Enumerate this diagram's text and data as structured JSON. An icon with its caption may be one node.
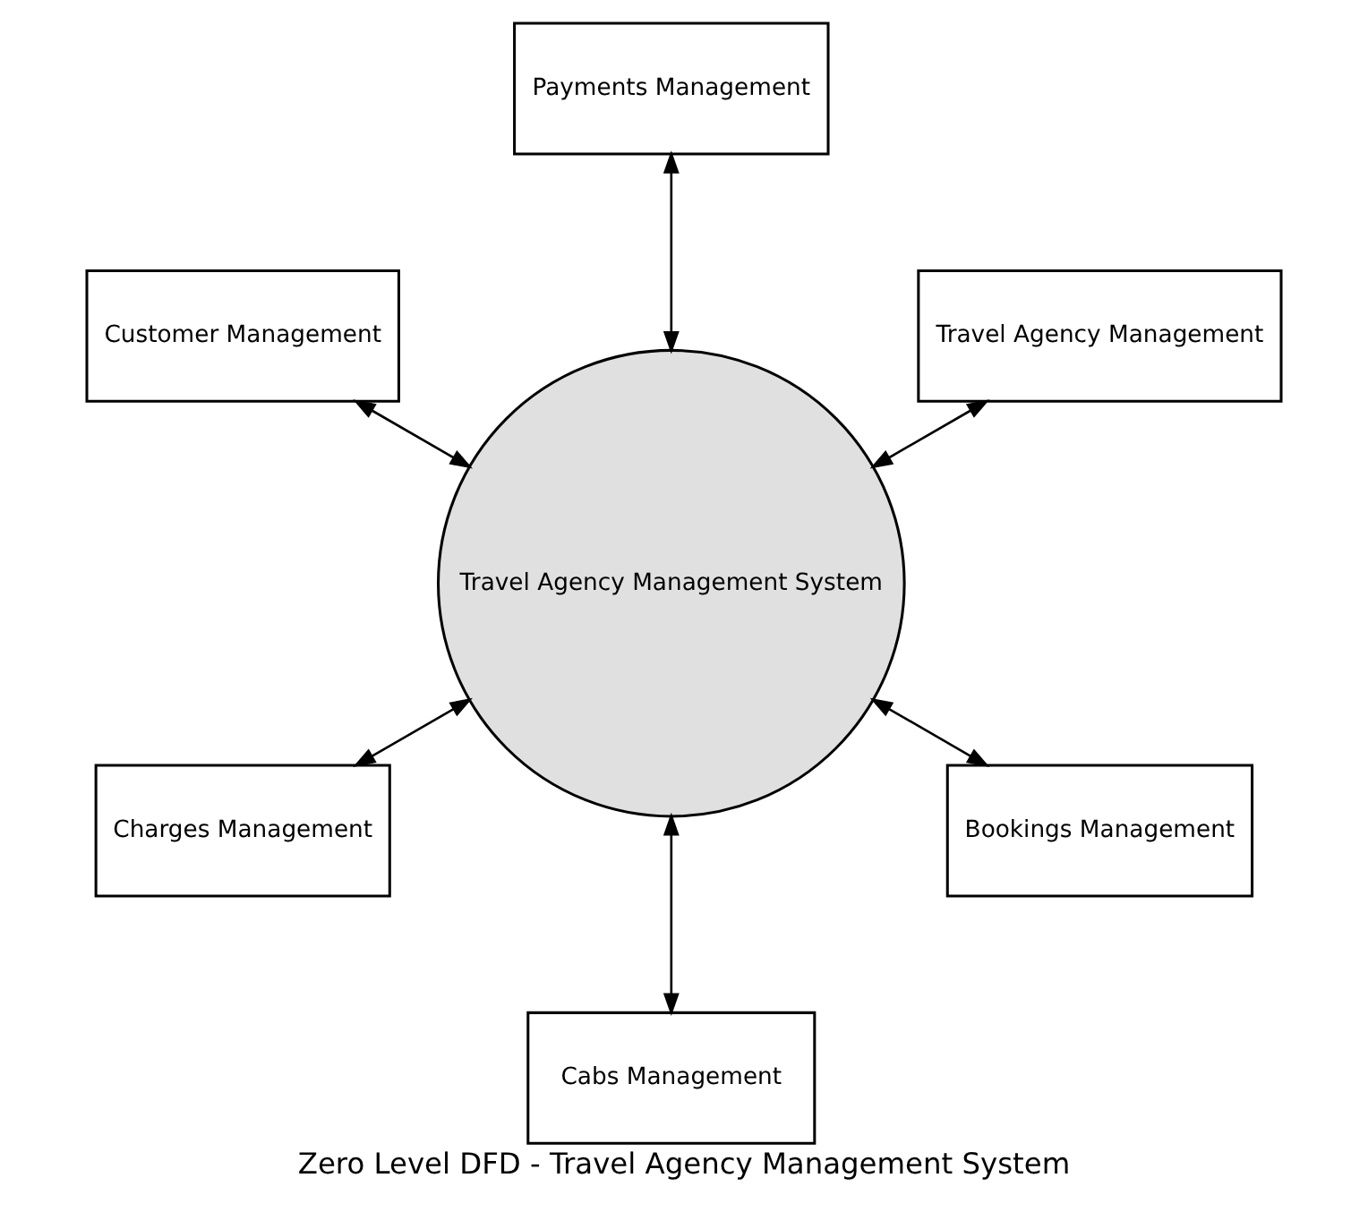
{
  "diagram": {
    "title": "Zero Level DFD - Travel Agency Management System",
    "nodes": [
      {
        "text": [
          "Travel Agency Management System"
        ]
      },
      {
        "text": [
          "Travel Agency Management"
        ]
      },
      {
        "text": [
          "Payments Management"
        ]
      },
      {
        "text": [
          "Customer Management"
        ]
      },
      {
        "text": [
          "Charges Management"
        ]
      },
      {
        "text": [
          "Cabs Management"
        ]
      },
      {
        "text": [
          "Bookings Management"
        ]
      }
    ],
    "edges": [
      {
        "from": 0,
        "to": 1,
        "arrow": "both"
      },
      {
        "from": 0,
        "to": 2,
        "arrow": "both"
      },
      {
        "from": 0,
        "to": 3,
        "arrow": "both"
      },
      {
        "from": 0,
        "to": 4,
        "arrow": "both"
      },
      {
        "from": 0,
        "to": 5,
        "arrow": "both"
      },
      {
        "from": 0,
        "to": 6,
        "arrow": "both"
      }
    ]
  }
}
